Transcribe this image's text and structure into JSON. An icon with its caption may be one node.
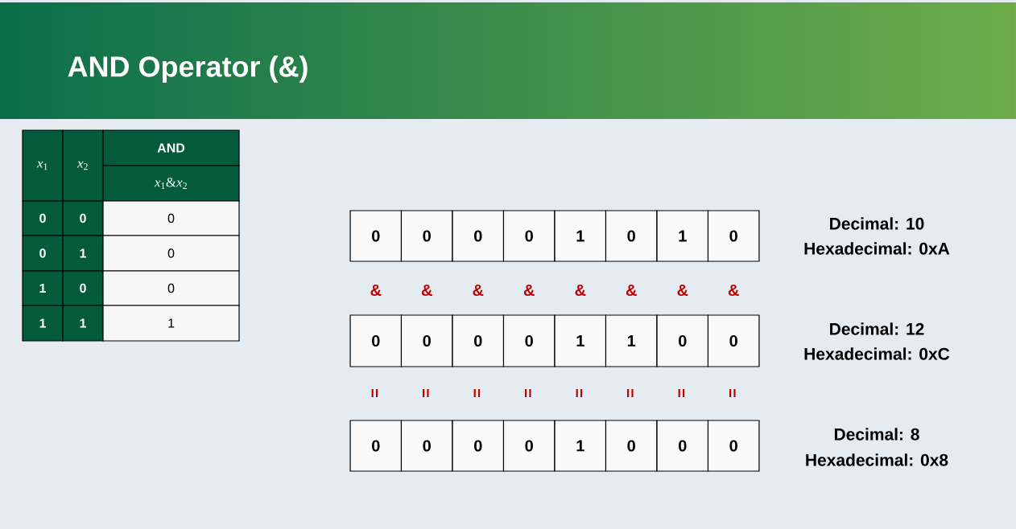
{
  "diagram": {
    "title": "AND Operator (&)",
    "labels": [
      "*x*$_{1}$",
      "*x*$_{2}$",
      "AND",
      "*x*$_{1}$&*x*$_{2}$",
      "0",
      "0",
      "0",
      "0",
      "1",
      "0",
      "1",
      "0",
      "0",
      "1",
      "1",
      "1",
      "0",
      "0",
      "0",
      "0",
      "1",
      "0",
      "1",
      "0",
      "Decimal: 10",
      "Hexadecimal: 0xA",
      "&",
      "&",
      "&",
      "&",
      "&",
      "&",
      "&",
      "&",
      "0",
      "0",
      "0",
      "0",
      "1",
      "1",
      "0",
      "0",
      "Decimal: 12",
      "Hexadecimal: 0xC",
      "=",
      "=",
      "=",
      "=",
      "=",
      "=",
      "=",
      "=",
      "0",
      "0",
      "0",
      "0",
      "1",
      "0",
      "0",
      "0",
      "Decimal: 8",
      "Hexadecimal: 0x8"
    ]
  }
}
